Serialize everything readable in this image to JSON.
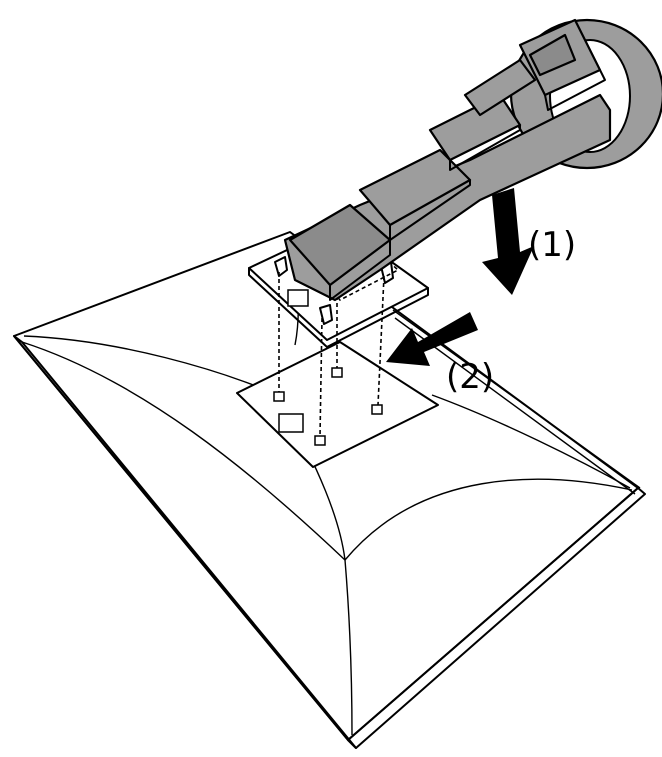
{
  "steps": [
    {
      "label": "(1)",
      "meaning": "lower"
    },
    {
      "label": "(2)",
      "meaning": "slide"
    }
  ],
  "colors": {
    "stand": "#9d9d9d",
    "outline": "#000000",
    "background": "#ffffff"
  }
}
